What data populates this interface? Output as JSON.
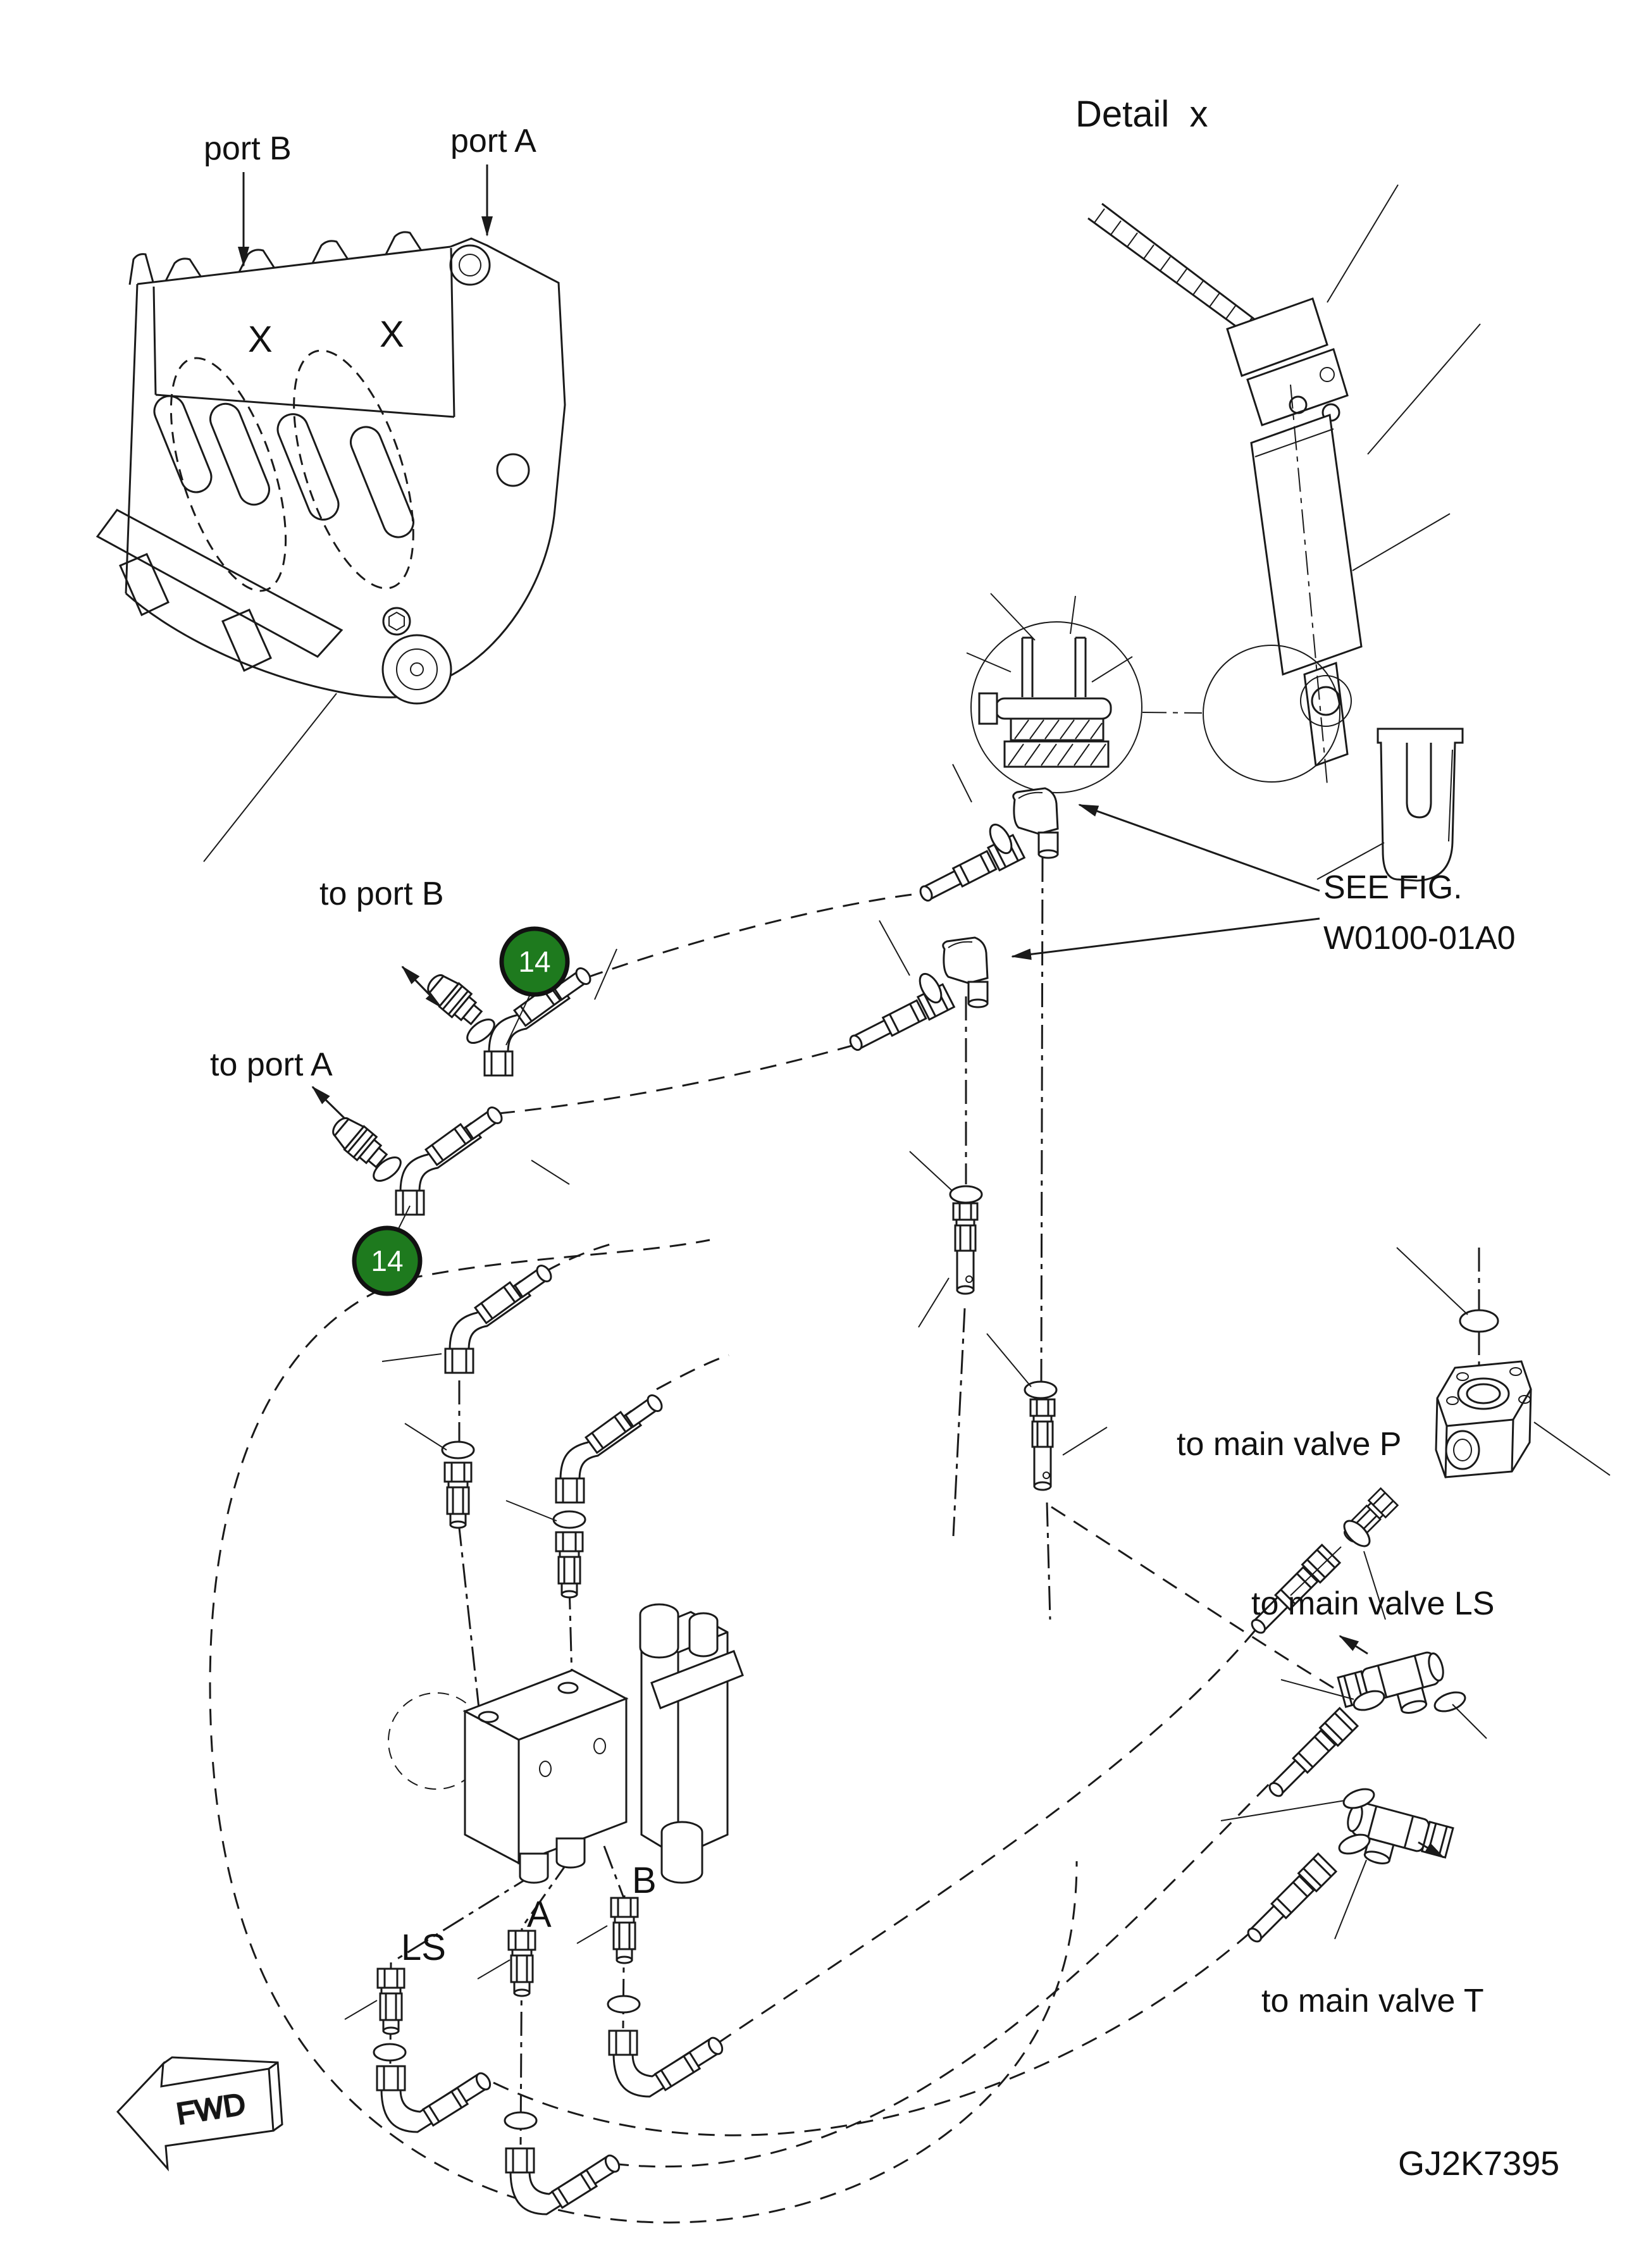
{
  "figure": {
    "drawing_code": "GJ2K7395",
    "fwd_label": "FWD"
  },
  "bucket_view": {
    "port_b_label": "port B",
    "port_a_label": "port A",
    "section_marker_left": "X",
    "section_marker_right": "X"
  },
  "detail_view": {
    "title": "Detail  x"
  },
  "routing": {
    "see_fig_line1": "SEE FIG.",
    "see_fig_line2": "W0100-01A0",
    "to_port_b": "to port B",
    "to_port_a": "to port A",
    "to_main_valve_p": "to main valve P",
    "to_main_valve_ls": "to main valve LS",
    "to_main_valve_t": "to main valve T",
    "port_ls_label": "LS",
    "port_a_label": "A",
    "port_b_label": "B",
    "balloon_label": "14",
    "balloon_color": "#1e7a1e"
  }
}
